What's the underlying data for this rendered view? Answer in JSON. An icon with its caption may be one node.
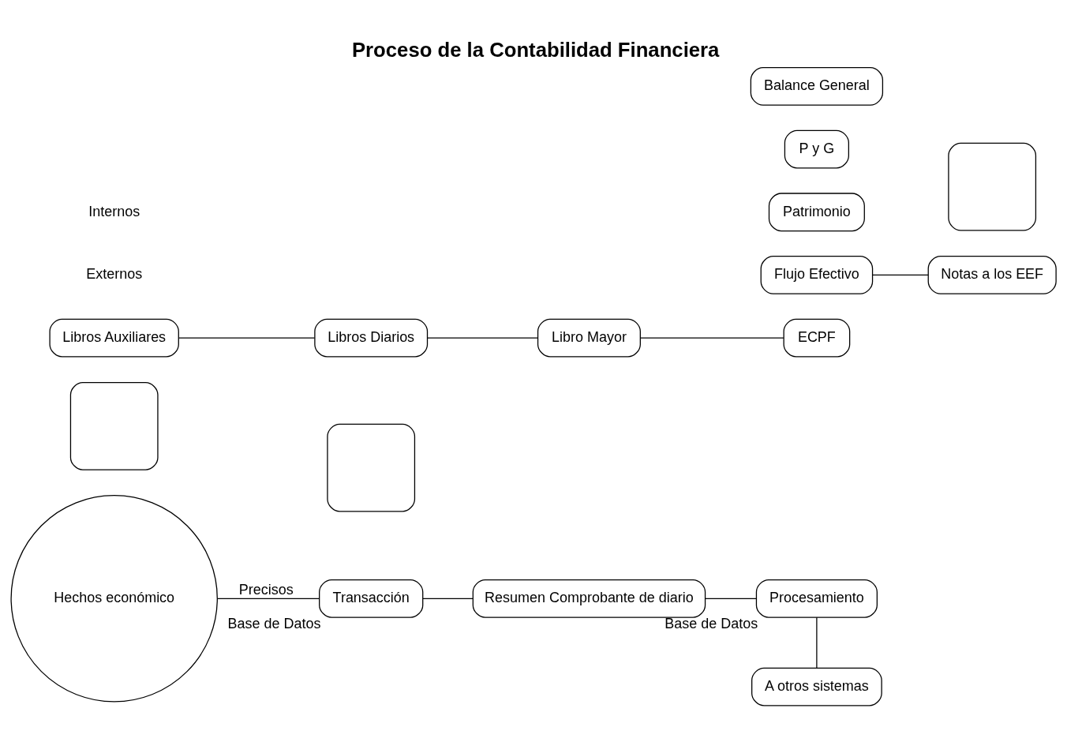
{
  "diagram": {
    "title": "Proceso de la Contabilidad Financiera",
    "nodes": [
      {
        "text": [
          "Hechos económico"
        ]
      },
      {
        "text": [],
        "shape": "box"
      },
      {
        "text": [
          "Transacción"
        ],
        "beside": [
          "Base de Datos"
        ]
      },
      {
        "text": [
          "Resumen Comprobante de diario"
        ]
      },
      {
        "text": [
          "Procesamiento"
        ],
        "beside": [
          "Base de Datos"
        ]
      },
      {
        "text": [
          "A otros sistemas"
        ]
      },
      {
        "text": [],
        "shape": "box"
      },
      {
        "text": [
          "Libros Auxiliares"
        ]
      },
      {
        "text": [
          "Libros Diarios"
        ]
      },
      {
        "text": [
          "Libro Mayor"
        ]
      },
      {
        "text": [
          "Flujo Efectivo"
        ]
      },
      {
        "text": [
          "Patrimonio"
        ]
      },
      {
        "text": [
          "ECPF"
        ]
      },
      {
        "text": [
          "P y G"
        ]
      },
      {
        "text": [
          "Balance General"
        ]
      },
      {
        "text": [],
        "shape": "box"
      },
      {
        "text": [
          "Notas a los EEF"
        ]
      }
    ],
    "edges": [
      {
        "from": 0,
        "to": 2,
        "arrow": "none",
        "label": "Precisos"
      },
      {
        "from": 2,
        "to": 3,
        "arrow": "none"
      },
      {
        "from": 3,
        "to": 4,
        "arrow": "none"
      },
      {
        "from": 4,
        "to": 5,
        "arrow": "none"
      },
      {
        "from": 7,
        "to": 8,
        "arrow": "none"
      },
      {
        "from": 8,
        "to": 9,
        "arrow": "none"
      },
      {
        "from": 9,
        "to": 12,
        "arrow": "none"
      },
      {
        "from": 10,
        "to": 16,
        "arrow": "none"
      }
    ],
    "labels": [
      "Externos",
      "Internos"
    ]
  }
}
